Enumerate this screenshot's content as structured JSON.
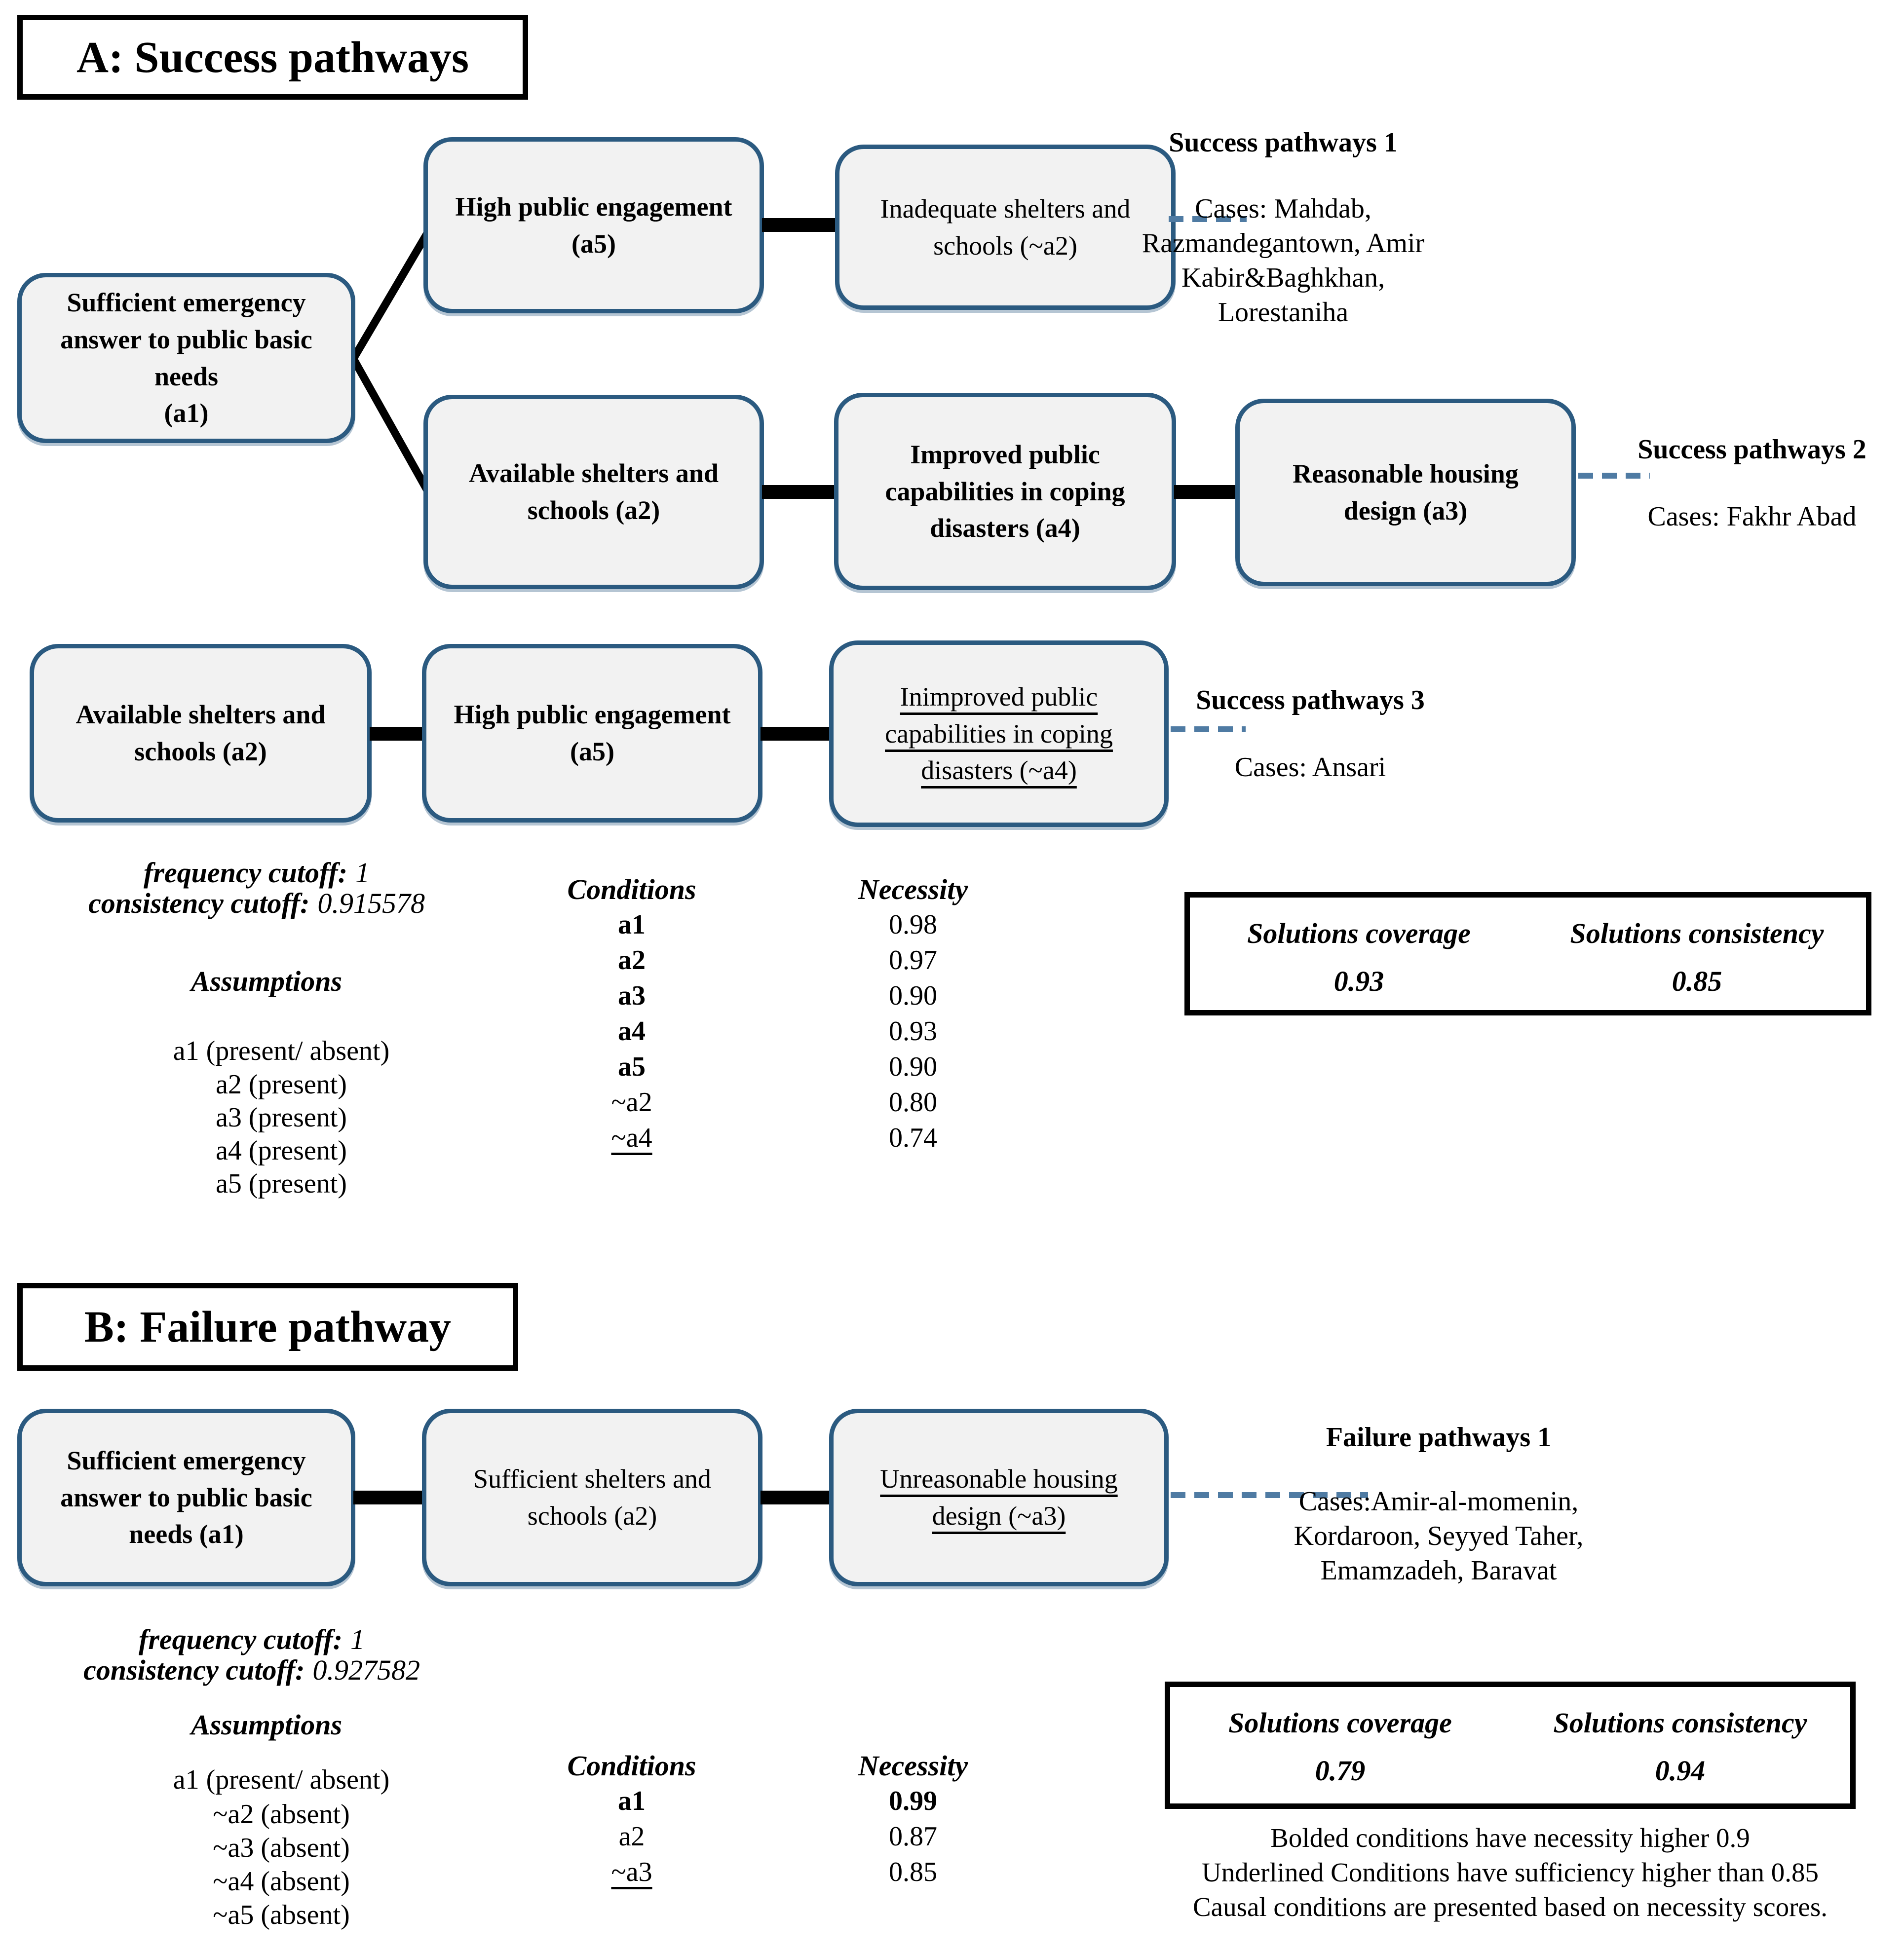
{
  "colors": {
    "node_border": "#2b5a80",
    "node_fill": "#f2f2f2",
    "dash_line": "#4f7ba3",
    "connector": "#000000"
  },
  "sections": {
    "a": {
      "title": "A: Success pathways",
      "nodes": {
        "a1": "Sufficient emergency\nanswer to public basic\nneeds\n(a1)",
        "a5_r1": "High public engagement\n(a5)",
        "na2_r1": "Inadequate shelters and\nschools (~a2)",
        "a2_r2": "Available shelters and\nschools (a2)",
        "a4_r2": "Improved public\ncapabilities in coping\ndisasters (a4)",
        "a3_r2": "Reasonable housing\ndesign (a3)",
        "a2_r3": "Available shelters and\nschools (a2)",
        "a5_r3": "High public engagement\n(a5)",
        "na4_r3": "Inimproved public\ncapabilities in coping\ndisasters (~a4)"
      },
      "pathway1": {
        "title": "Success pathways 1",
        "cases": "Cases: Mahdab,\nRazmandegantown, Amir\nKabir&Baghkhan,\nLorestaniha"
      },
      "pathway2": {
        "title": "Success pathways 2",
        "cases": "Cases: Fakhr Abad"
      },
      "pathway3": {
        "title": "Success pathways 3",
        "cases": "Cases: Ansari"
      },
      "cutoffs": {
        "frequency_label": "frequency cutoff:",
        "frequency_value": "1",
        "consistency_label": "consistency cutoff:",
        "consistency_value": "0.915578"
      },
      "assumptions": {
        "title": "Assumptions",
        "items": [
          "a1 (present/ absent)",
          "a2 (present)",
          "a3 (present)",
          "a4 (present)",
          "a5 (present)"
        ]
      },
      "table": {
        "headers": [
          "Conditions",
          "Necessity"
        ],
        "rows": [
          {
            "condition": "a1",
            "necessity": "0.98"
          },
          {
            "condition": "a2",
            "necessity": "0.97"
          },
          {
            "condition": "a3",
            "necessity": "0.90"
          },
          {
            "condition": "a4",
            "necessity": "0.93"
          },
          {
            "condition": "a5",
            "necessity": "0.90"
          },
          {
            "condition": "~a2",
            "necessity": "0.80"
          },
          {
            "condition": "~a4",
            "necessity": "0.74"
          }
        ]
      },
      "solutions": {
        "coverage_label": "Solutions coverage",
        "coverage_value": "0.93",
        "consistency_label": "Solutions consistency",
        "consistency_value": "0.85"
      }
    },
    "b": {
      "title": "B: Failure pathway",
      "nodes": {
        "a1": "Sufficient emergency\nanswer to public basic\nneeds (a1)",
        "a2": "Sufficient shelters and\nschools (a2)",
        "na3": "Unreasonable housing\ndesign (~a3)"
      },
      "pathway1": {
        "title": "Failure pathways 1",
        "cases": "Cases:Amir-al-momenin,\nKordaroon, Seyyed Taher,\nEmamzadeh, Baravat"
      },
      "cutoffs": {
        "frequency_label": "frequency cutoff:",
        "frequency_value": "1",
        "consistency_label": "consistency cutoff:",
        "consistency_value": "0.927582"
      },
      "assumptions": {
        "title": "Assumptions",
        "items": [
          "a1 (present/ absent)",
          "~a2 (absent)",
          "~a3 (absent)",
          "~a4 (absent)",
          "~a5 (absent)"
        ]
      },
      "table": {
        "headers": [
          "Conditions",
          "Necessity"
        ],
        "rows": [
          {
            "condition": "a1",
            "necessity": "0.99"
          },
          {
            "condition": "a2",
            "necessity": "0.87"
          },
          {
            "condition": "~a3",
            "necessity": "0.85"
          }
        ]
      },
      "solutions": {
        "coverage_label": "Solutions coverage",
        "coverage_value": "0.79",
        "consistency_label": "Solutions consistency",
        "consistency_value": "0.94"
      },
      "note": "Bolded conditions have necessity higher 0.9\nUnderlined Conditions have sufficiency higher than 0.85\nCausal conditions are presented based on necessity scores."
    }
  }
}
